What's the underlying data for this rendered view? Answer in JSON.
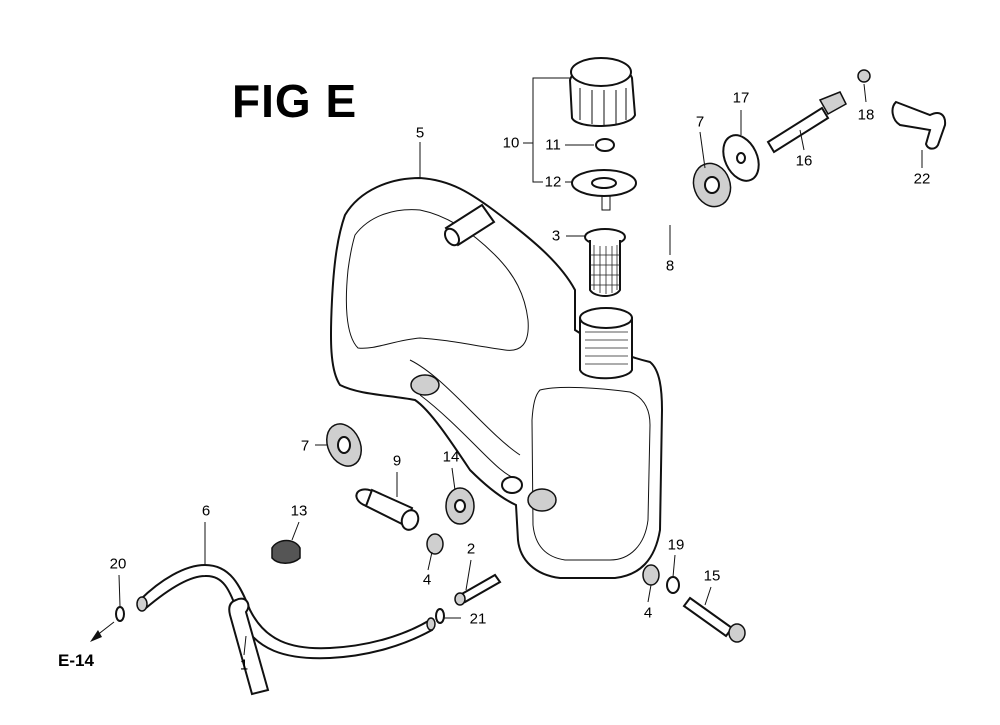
{
  "figure": {
    "title": "FIG E",
    "reference": "E-14"
  },
  "callouts": {
    "c1": "1",
    "c2": "2",
    "c3": "3",
    "c4a": "4",
    "c4b": "4",
    "c5": "5",
    "c6": "6",
    "c7a": "7",
    "c7b": "7",
    "c8": "8",
    "c9": "9",
    "c10": "10",
    "c11": "11",
    "c12": "12",
    "c13": "13",
    "c14": "14",
    "c15": "15",
    "c16": "16",
    "c17": "17",
    "c18": "18",
    "c19": "19",
    "c20": "20",
    "c21": "21",
    "c22": "22"
  }
}
